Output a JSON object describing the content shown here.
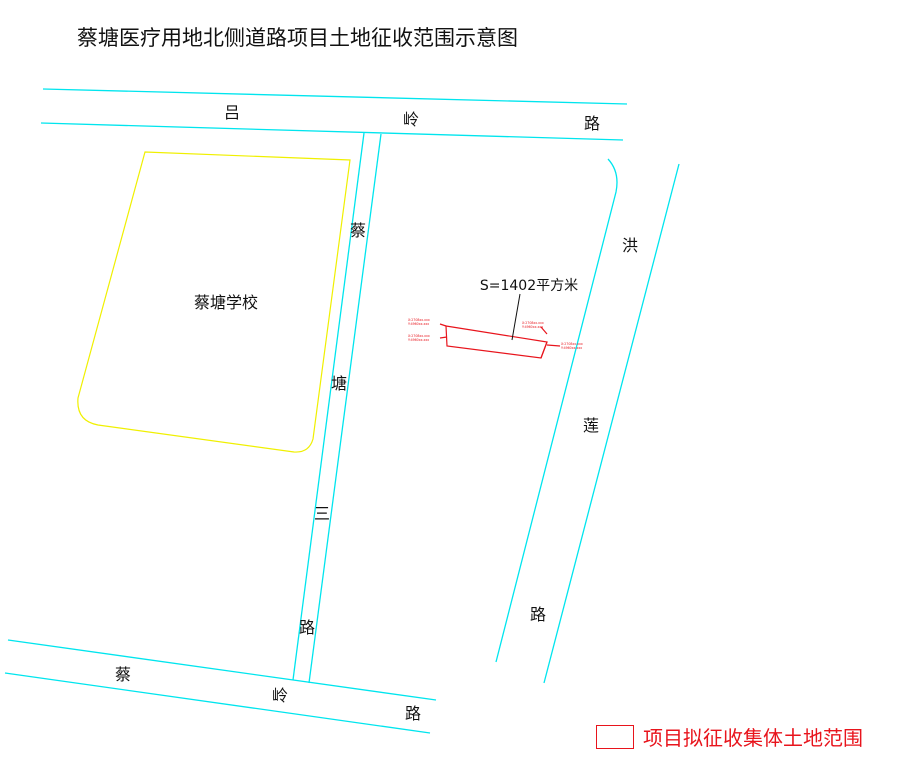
{
  "title": "蔡塘医疗用地北侧道路项目土地征收范围示意图",
  "roads": {
    "lvling": [
      "吕",
      "岭",
      "路"
    ],
    "caitangsan": [
      "蔡",
      "塘",
      "三",
      "路"
    ],
    "honglian": [
      "洪",
      "莲",
      "路"
    ],
    "cailing": [
      "蔡",
      "岭",
      "路"
    ]
  },
  "school": {
    "name": "蔡塘学校"
  },
  "parcel": {
    "area_label": "S=1402平方米",
    "coords": [
      [
        "X:2708xx.xxx",
        "Y:4960xx.xxx"
      ],
      [
        "X:2708xx.xxx",
        "Y:4960xx.xxx"
      ],
      [
        "X:2708xx.xxx",
        "Y:4960xx.xxx"
      ],
      [
        "X:2708xx.xxx",
        "Y:4960xx.xxx"
      ]
    ]
  },
  "legend": {
    "label": "项目拟征收集体土地范围"
  },
  "colors": {
    "road": "#00e5ee",
    "school_boundary": "#f0f000",
    "parcel": "#e8141c"
  }
}
